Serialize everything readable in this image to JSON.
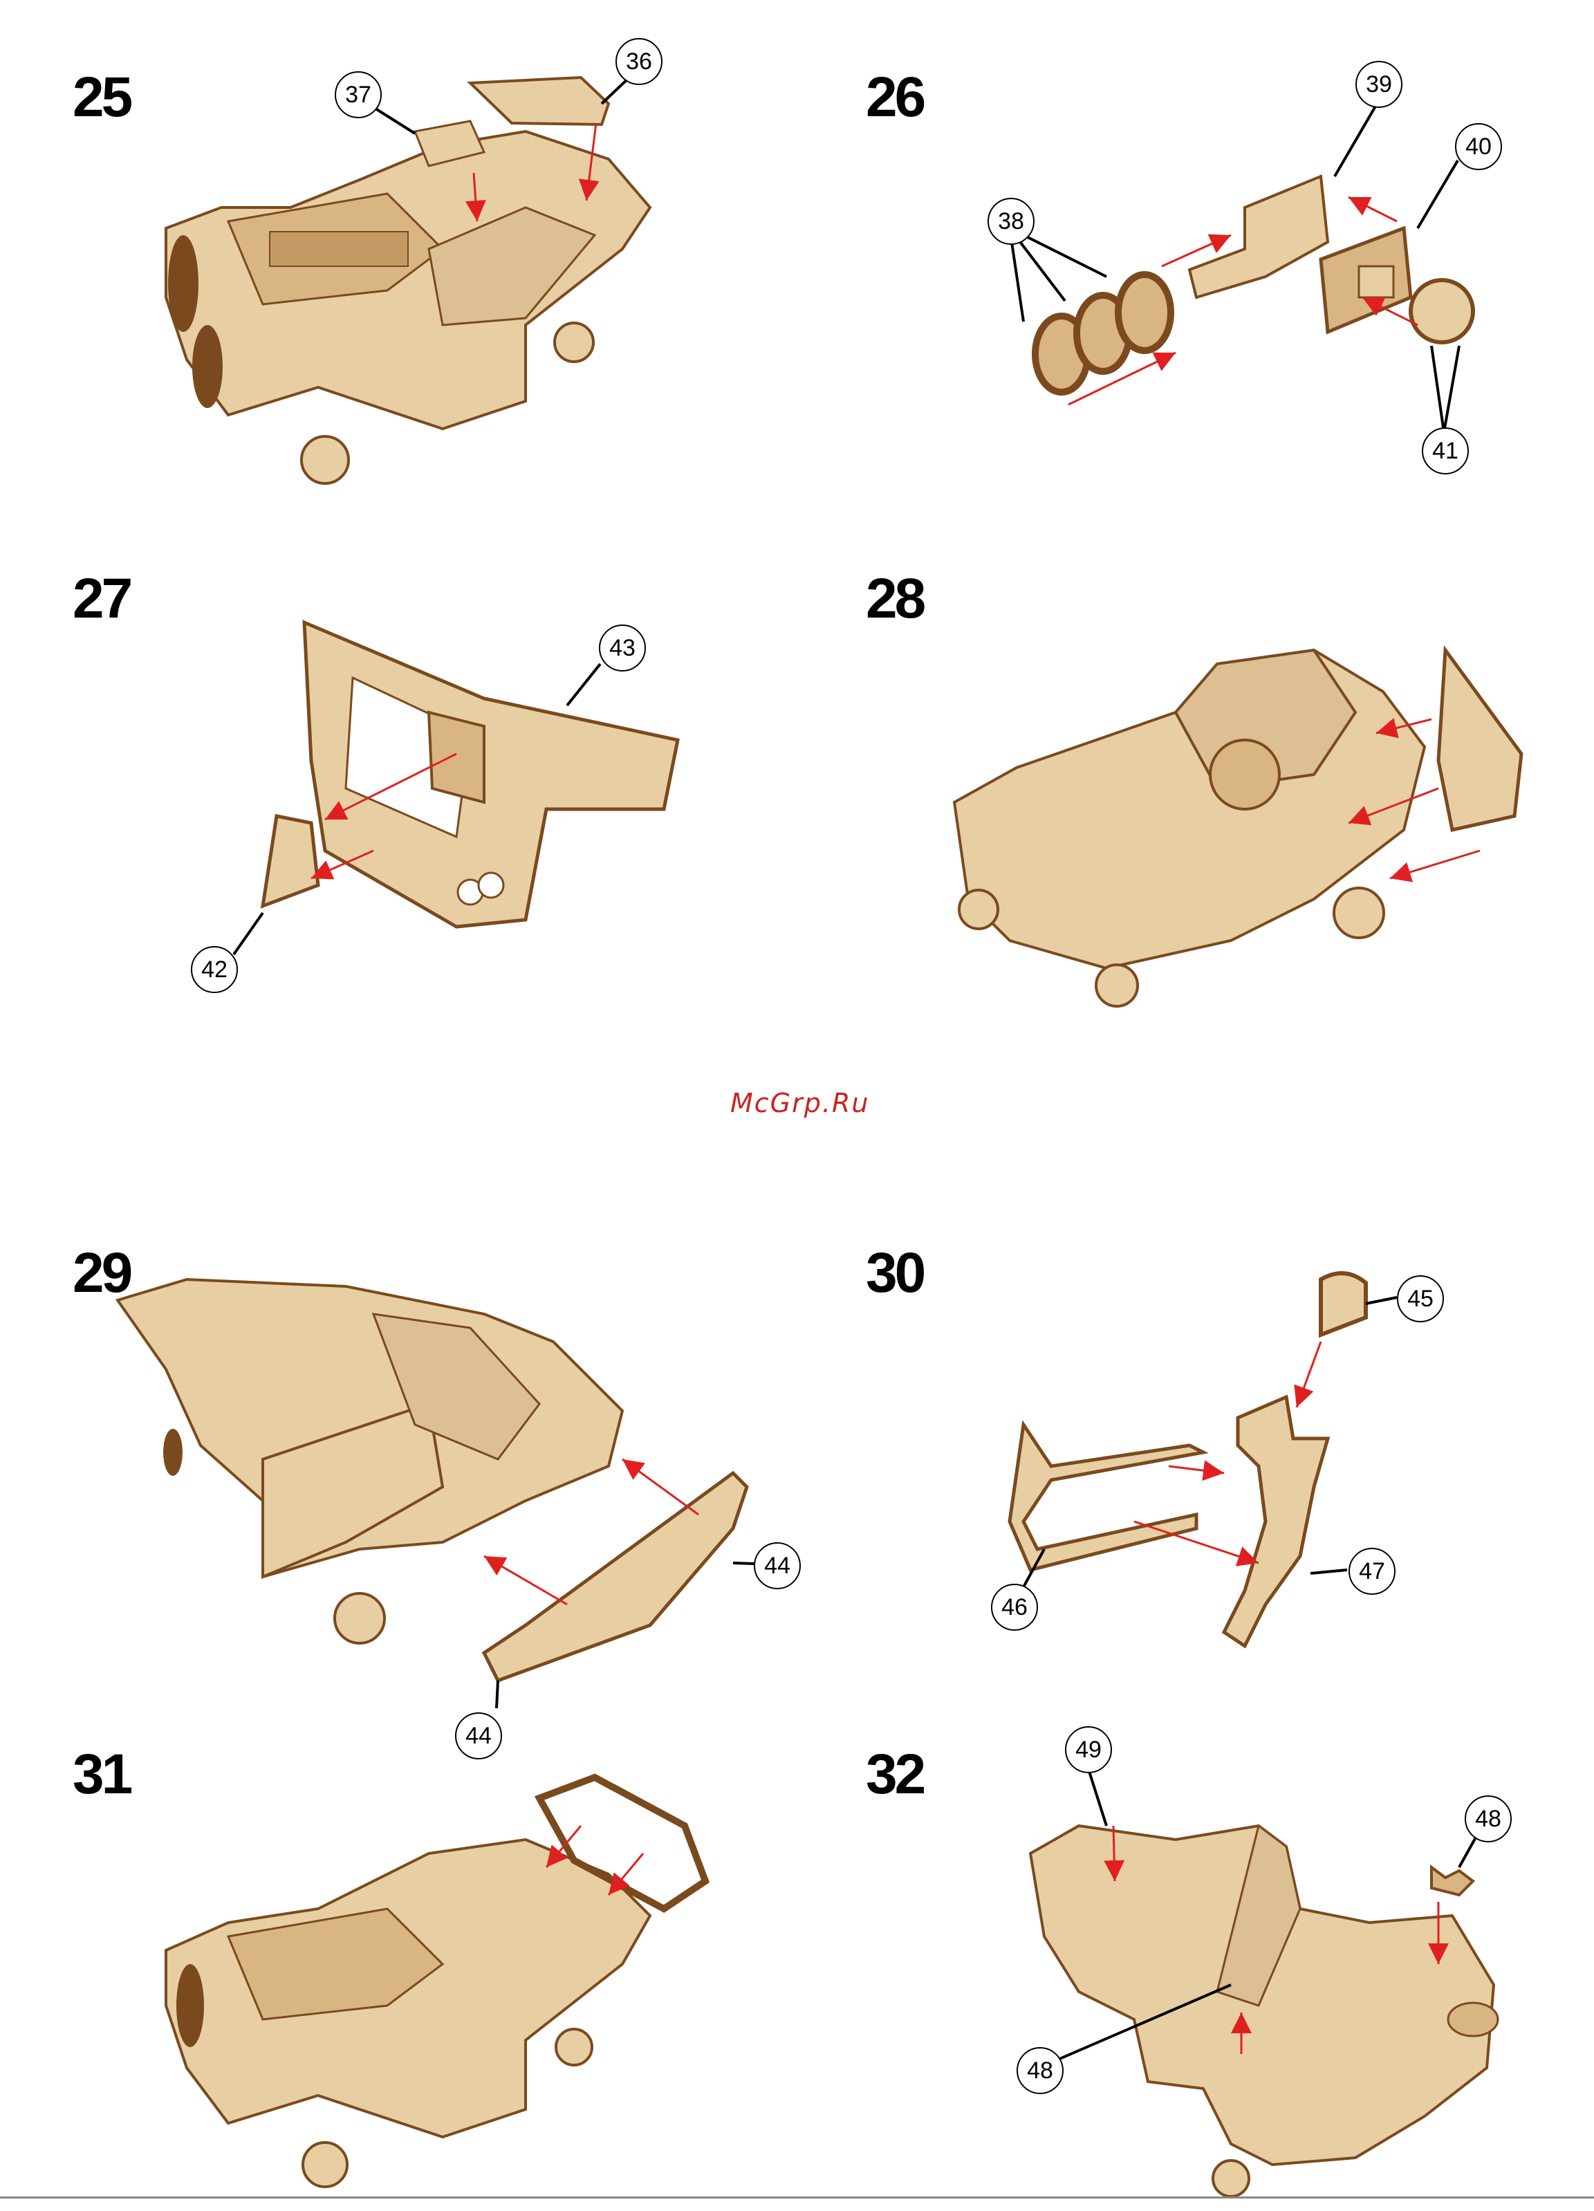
{
  "watermark": "McGrp.Ru",
  "colors": {
    "wood_light": "#e8cfa3",
    "wood_mid": "#d9b583",
    "wood_dark": "#7a4a1e",
    "arrow": "#e02020"
  },
  "steps": [
    {
      "number": "25",
      "callouts": [
        "37",
        "36"
      ]
    },
    {
      "number": "26",
      "callouts": [
        "39",
        "40",
        "38",
        "41"
      ]
    },
    {
      "number": "27",
      "callouts": [
        "43",
        "42"
      ]
    },
    {
      "number": "28",
      "callouts": []
    },
    {
      "number": "29",
      "callouts": [
        "44",
        "44"
      ]
    },
    {
      "number": "30",
      "callouts": [
        "45",
        "47",
        "46"
      ]
    },
    {
      "number": "31",
      "callouts": []
    },
    {
      "number": "32",
      "callouts": [
        "49",
        "48",
        "48"
      ]
    }
  ]
}
